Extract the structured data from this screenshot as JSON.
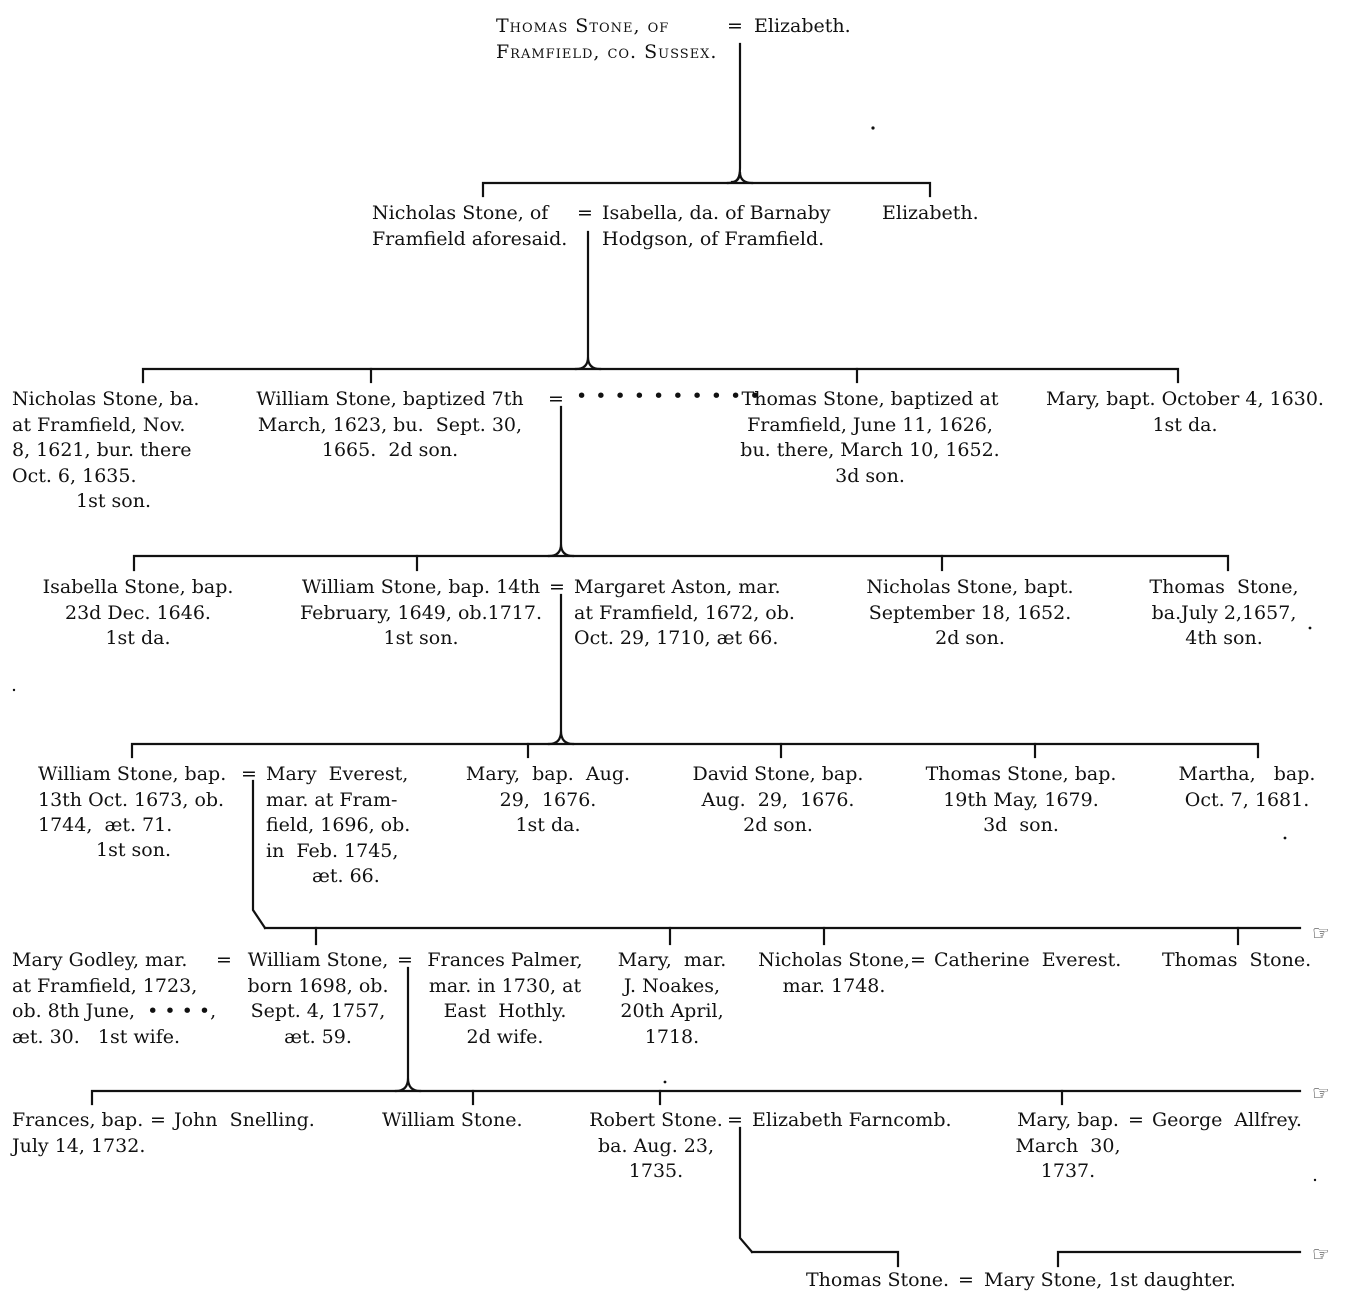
{
  "gen1": {
    "thomas": "Thomas Stone, of\nFramfield, co. Sussex.",
    "elizabeth": "Elizabeth."
  },
  "gen2": {
    "nicholas": "Nicholas Stone, of\nFramfield aforesaid.",
    "isabella": "Isabella, da. of Barnaby\nHodgson, of Framfield.",
    "elizabeth": "Elizabeth."
  },
  "gen3": {
    "nicholas": "Nicholas Stone, ba.\nat Framfield, Nov.\n8, 1621, bur. there\nOct. 6, 1635.",
    "nicholas_rank": "1st son.",
    "william": "William Stone, baptized 7th\nMarch, 1623, bu.  Sept. 30,\n1665.  2d son.",
    "spouse_unknown": "• • • • • • • • • •",
    "thomas": "Thomas Stone, baptized at\nFramfield, June 11, 1626,\nbu. there, March 10, 1652.\n3d son.",
    "mary": "Mary, bapt. October 4, 1630.\n1st da."
  },
  "gen4": {
    "isabella": "Isabella Stone, bap.\n23d Dec. 1646.\n1st da.",
    "william": "William Stone, bap. 14th\nFebruary, 1649, ob.1717.\n1st son.",
    "margaret": "Margaret Aston, mar.\nat Framfield, 1672, ob.\nOct. 29, 1710, æt 66.",
    "nicholas": "Nicholas Stone, bapt.\nSeptember 18, 1652.\n2d son.",
    "thomas": "Thomas  Stone,\nba.July 2,1657,\n4th son."
  },
  "gen5": {
    "william": "William Stone, bap.\n13th Oct. 1673, ob.\n1744,  æt. 71.",
    "william_rank": "1st son.",
    "mary_everest": "Mary  Everest,\nmar. at Fram-\nfield, 1696, ob.\nin  Feb. 1745,",
    "mary_everest_age": "æt. 66.",
    "mary": "Mary,  bap.  Aug.\n29,  1676.\n1st da.",
    "david": "David Stone, bap.\nAug.  29,  1676.\n2d son.",
    "thomas": "Thomas Stone, bap.\n19th May, 1679.\n3d  son.",
    "martha": "Martha,   bap.\nOct. 7, 1681."
  },
  "gen6": {
    "mary_godley": "Mary Godley, mar.\nat Framfield, 1723,\nob. 8th June,  • • • •,\næt. 30.   1st wife.",
    "william": "William Stone,\nborn 1698, ob.\nSept. 4, 1757,\næt. 59.",
    "frances_palmer": "Frances Palmer,\nmar. in 1730, at\nEast  Hothly.\n2d wife.",
    "mary": "Mary,  mar.\nJ. Noakes,\n20th April,\n1718.",
    "nicholas": "Nicholas Stone,\nmar. 1748.",
    "catherine": "Catherine  Everest.",
    "thomas": "Thomas  Stone."
  },
  "gen7": {
    "frances": "Frances, bap.\nJuly 14, 1732.",
    "john": "John  Snelling.",
    "william": "William Stone.",
    "robert": "Robert Stone.\nba. Aug. 23,\n1735.",
    "elizabeth": "Elizabeth Farncomb.",
    "mary": "Mary, bap.\nMarch  30,\n1737.",
    "george": "George  Allfrey."
  },
  "gen8": {
    "thomas": "Thomas Stone.",
    "mary": "Mary Stone, 1st daughter."
  },
  "symbols": {
    "marriage": "=",
    "hand": "☞"
  }
}
